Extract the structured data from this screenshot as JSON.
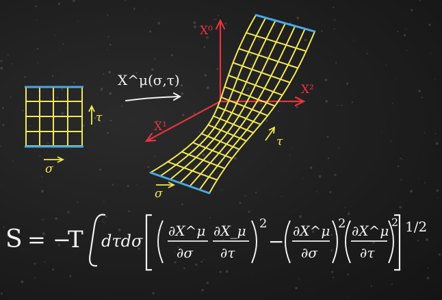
{
  "labels": {
    "map_label": "X^μ(σ,τ)",
    "left_tau": "τ",
    "left_sigma": "σ",
    "right_tau": "τ",
    "right_sigma": "σ",
    "axis_x0": "X⁰",
    "axis_x1": "X¹",
    "axis_x2": "X²"
  },
  "equation": {
    "lhs": "S",
    "equals": "= −",
    "tension": "T",
    "measure": "dτdσ",
    "num1": "∂X^μ",
    "den1": "∂σ",
    "num2": "∂X_μ",
    "den2": "∂τ",
    "sq1": "2",
    "minus": "−",
    "num3": "∂X^μ",
    "den3": "∂σ",
    "sq2": "2",
    "num4": "∂X^μ",
    "den4": "∂τ",
    "sq3": "2",
    "half": "1/2"
  },
  "colors": {
    "background": "#1e1e1e",
    "chalk_white": "#f2f2f2",
    "grid_yellow": "#f3ea55",
    "edge_blue": "#4aa8e8",
    "axis_red": "#e8333f"
  }
}
